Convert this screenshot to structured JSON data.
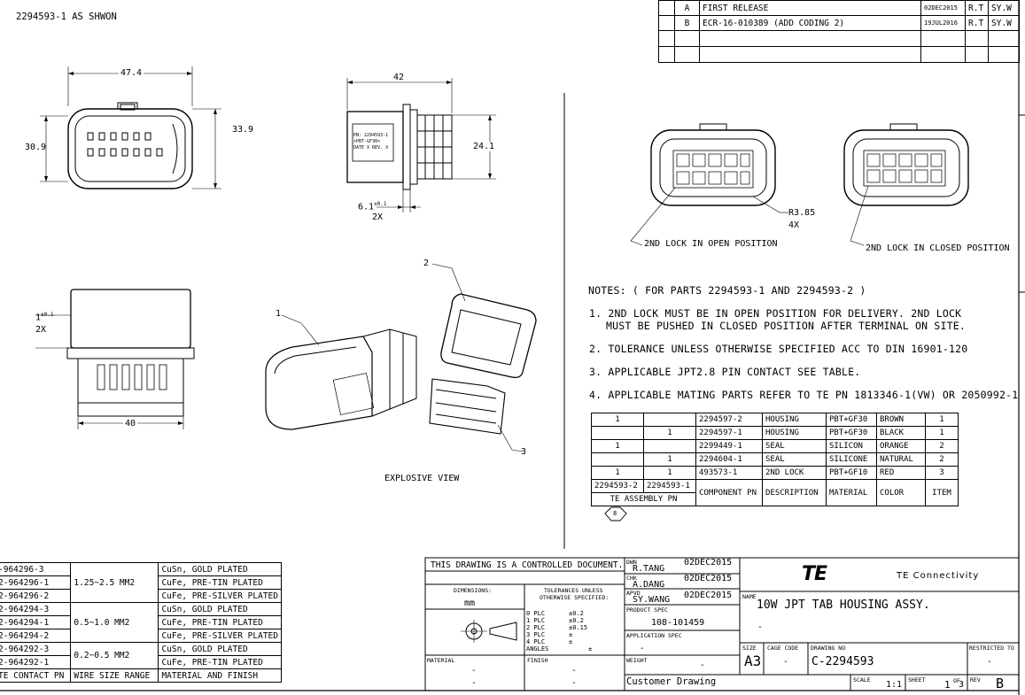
{
  "top_label": "2294593-1 AS SHWON",
  "revisions": [
    {
      "rev": "A",
      "desc": "FIRST RELEASE",
      "date": "02DEC2015",
      "by": "R.T",
      "appr": "SY.W"
    },
    {
      "rev": "B",
      "desc": "ECR-16-010389 (ADD CODING 2)",
      "date": "19JUL2016",
      "by": "R.T",
      "appr": "SY.W"
    }
  ],
  "dims": {
    "width_front": "47.4",
    "height_outer": "33.9",
    "height_inner": "30.9",
    "width_side": "42",
    "height_side": "24.1",
    "flange": "6.1",
    "flange_tol": "±0.1",
    "flange_qty": "2X",
    "bottom_width": "40",
    "bottom_dim": "1",
    "bottom_tol": "±0.1",
    "bottom_qty": "2X",
    "radius": "R3.85",
    "radius_qty": "4X"
  },
  "housing_marking": {
    "line1": "PN: 2294593-1",
    "line2": ">PBT-GF30<",
    "line3": "DATE X REV. X"
  },
  "views": {
    "open_lock": "2ND LOCK IN OPEN POSITION",
    "closed_lock": "2ND LOCK IN CLOSED POSITION",
    "explosive": "EXPLOSIVE VIEW",
    "callout_1": "1",
    "callout_2": "2",
    "callout_3": "3"
  },
  "notes": {
    "header": "NOTES: ( FOR PARTS 2294593-1 AND 2294593-2 )",
    "n1a": "1. 2ND LOCK MUST BE IN OPEN POSITION FOR DELIVERY.  2ND LOCK",
    "n1b": "MUST BE PUSHED IN CLOSED POSITION AFTER TERMINAL ON SITE.",
    "n2": "2. TOLERANCE UNLESS OTHERWISE SPECIFIED ACC TO DIN 16901-120",
    "n3": "3. APPLICABLE JPT2.8 PIN CONTACT SEE TABLE.",
    "n4": "4. APPLICABLE MATING PARTS REFER TO TE PN 1813346-1(VW) OR 2050992-1 ."
  },
  "bom": {
    "rows": [
      {
        "q2": "1",
        "q1": "",
        "pn": "2294597-2",
        "desc": "HOUSING",
        "mat": "PBT+GF30",
        "color": "BROWN",
        "item": "1"
      },
      {
        "q2": "",
        "q1": "1",
        "pn": "2294597-1",
        "desc": "HOUSING",
        "mat": "PBT+GF30",
        "color": "BLACK",
        "item": "1"
      },
      {
        "q2": "1",
        "q1": "",
        "pn": "2299449-1",
        "desc": "SEAL",
        "mat": "SILICON",
        "color": "ORANGE",
        "item": "2"
      },
      {
        "q2": "",
        "q1": "1",
        "pn": "2294604-1",
        "desc": "SEAL",
        "mat": "SILICONE",
        "color": "NATURAL",
        "item": "2"
      },
      {
        "q2": "1",
        "q1": "1",
        "pn": "493573-1",
        "desc": "2ND LOCK",
        "mat": "PBT+GF10",
        "color": "RED",
        "item": "3"
      }
    ],
    "h_asm2": "2294593-2",
    "h_asm1": "2294593-1",
    "h_asm": "TE ASSEMBLY PN",
    "h_pn": "COMPONENT PN",
    "h_desc": "DESCRIPTION",
    "h_mat": "MATERIAL",
    "h_color": "COLOR",
    "h_item": "ITEM",
    "balloon": "8"
  },
  "contacts": {
    "rows": [
      {
        "pn": "-964296-3",
        "wire": "",
        "mat": "CuSn, GOLD PLATED"
      },
      {
        "pn": "2-964296-1",
        "wire": "1.25~2.5 MM2",
        "mat": "CuFe, PRE-TIN PLATED"
      },
      {
        "pn": "2-964296-2",
        "wire": "",
        "mat": "CuFe, PRE-SILVER PLATED"
      },
      {
        "pn": "2-964294-3",
        "wire": "",
        "mat": "CuSn, GOLD PLATED"
      },
      {
        "pn": "2-964294-1",
        "wire": "0.5~1.0 MM2",
        "mat": "CuFe, PRE-TIN PLATED"
      },
      {
        "pn": "2-964294-2",
        "wire": "",
        "mat": "CuFe, PRE-SILVER PLATED"
      },
      {
        "pn": "2-964292-3",
        "wire": "",
        "mat": "CuSn, GOLD PLATED"
      },
      {
        "pn": "2-964292-1",
        "wire": "0.2~0.5 MM2",
        "mat": "CuFe, PRE-TIN PLATED"
      }
    ],
    "h_pn": "TE CONTACT PN",
    "h_wire": "WIRE SIZE RANGE",
    "h_mat": "MATERIAL AND FINISH"
  },
  "title_block": {
    "controlled": "THIS DRAWING IS A CONTROLLED DOCUMENT.",
    "dimensions_lbl": "DIMENSIONS:",
    "dimensions_val": "mm",
    "tol_lbl1": "TOLERANCES UNLESS",
    "tol_lbl2": "OTHERWISE SPECIFIED:",
    "tol_0": "0 PLC",
    "tol_0v": "±0.2",
    "tol_1": "1 PLC",
    "tol_1v": "±0.2",
    "tol_2": "2 PLC",
    "tol_2v": "±0.15",
    "tol_3": "3 PLC",
    "tol_3v": "±",
    "tol_4": "4 PLC",
    "tol_4v": "±",
    "tol_ang": "ANGLES",
    "tol_angv": "±",
    "material_lbl": "MATERIAL",
    "material_val1": "-",
    "material_val2": "-",
    "finish_lbl": "FINISH",
    "finish_val1": "-",
    "finish_val2": "-",
    "dwn_lbl": "DWN",
    "dwn_name": "R.TANG",
    "dwn_date": "02DEC2015",
    "chk_lbl": "CHK",
    "chk_name": "A.DANG",
    "chk_date": "02DEC2015",
    "apvd_lbl": "APVD",
    "apvd_name": "SY.WANG",
    "apvd_date": "02DEC2015",
    "product_spec_lbl": "PRODUCT SPEC",
    "product_spec": "108-101459",
    "app_spec_lbl": "APPLICATION SPEC",
    "app_spec": "-",
    "weight_lbl": "WEIGHT",
    "weight": "-",
    "customer": "Customer Drawing",
    "company_logo": "TE",
    "company": "TE Connectivity",
    "name_lbl": "NAME",
    "name": "10W JPT TAB HOUSING ASSY.",
    "name2": "-",
    "size_lbl": "SIZE",
    "size": "A3",
    "cage_lbl": "CAGE CODE",
    "cage": "-",
    "dwg_lbl": "DRAWING NO",
    "dwg": "C-2294593",
    "restricted_lbl": "RESTRICTED TO",
    "restricted": "-",
    "scale_lbl": "SCALE",
    "scale": "1:1",
    "sheet_lbl": "SHEET",
    "sheet": "1",
    "sheet_of": "OF",
    "sheet_total": "3",
    "rev_lbl": "REV",
    "rev": "B"
  }
}
